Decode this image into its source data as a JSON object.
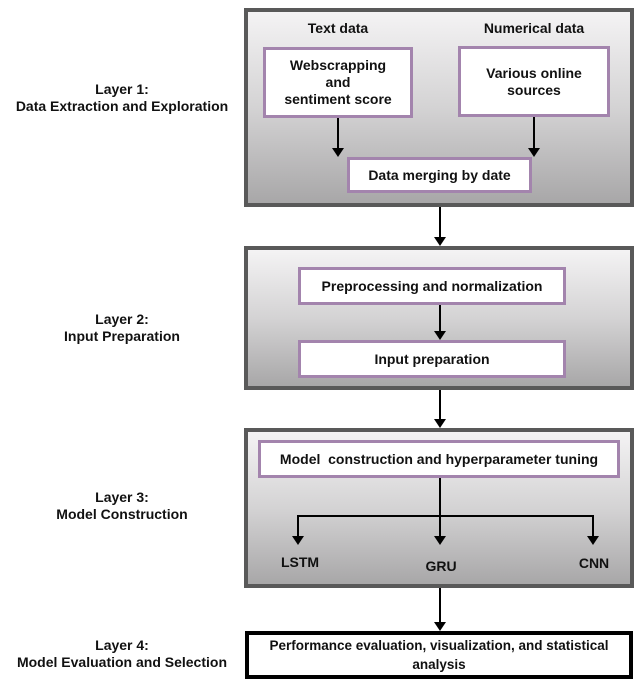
{
  "colors": {
    "panel_border": "#595959",
    "panel_gradient_top": "#f4f3f4",
    "panel_gradient_bottom": "#a8a7a8",
    "box_border": "#a384ad",
    "box_fill": "#ffffff",
    "arrow": "#000000",
    "final_box_border": "#000000",
    "text": "#111111"
  },
  "layers": {
    "layer1": {
      "label_line1": "Layer 1:",
      "label_line2": "Data Extraction and Exploration",
      "header_text": "Text data",
      "header_numerical": "Numerical data",
      "box_webscraping": "Webscrapping\nand\nsentiment score",
      "box_sources": "Various online\nsources",
      "box_merge": "Data merging by date"
    },
    "layer2": {
      "label_line1": "Layer 2:",
      "label_line2": "Input Preparation",
      "box_preprocessing": "Preprocessing and normalization",
      "box_input": "Input preparation"
    },
    "layer3": {
      "label_line1": "Layer 3:",
      "label_line2": "Model Construction",
      "box_model": "Model  construction and hyperparameter tuning",
      "model_lstm": "LSTM",
      "model_gru": "GRU",
      "model_cnn": "CNN"
    },
    "layer4": {
      "label_line1": "Layer 4:",
      "label_line2": "Model Evaluation and Selection",
      "box_final": "Performance evaluation, visualization, and statistical\nanalysis"
    }
  }
}
